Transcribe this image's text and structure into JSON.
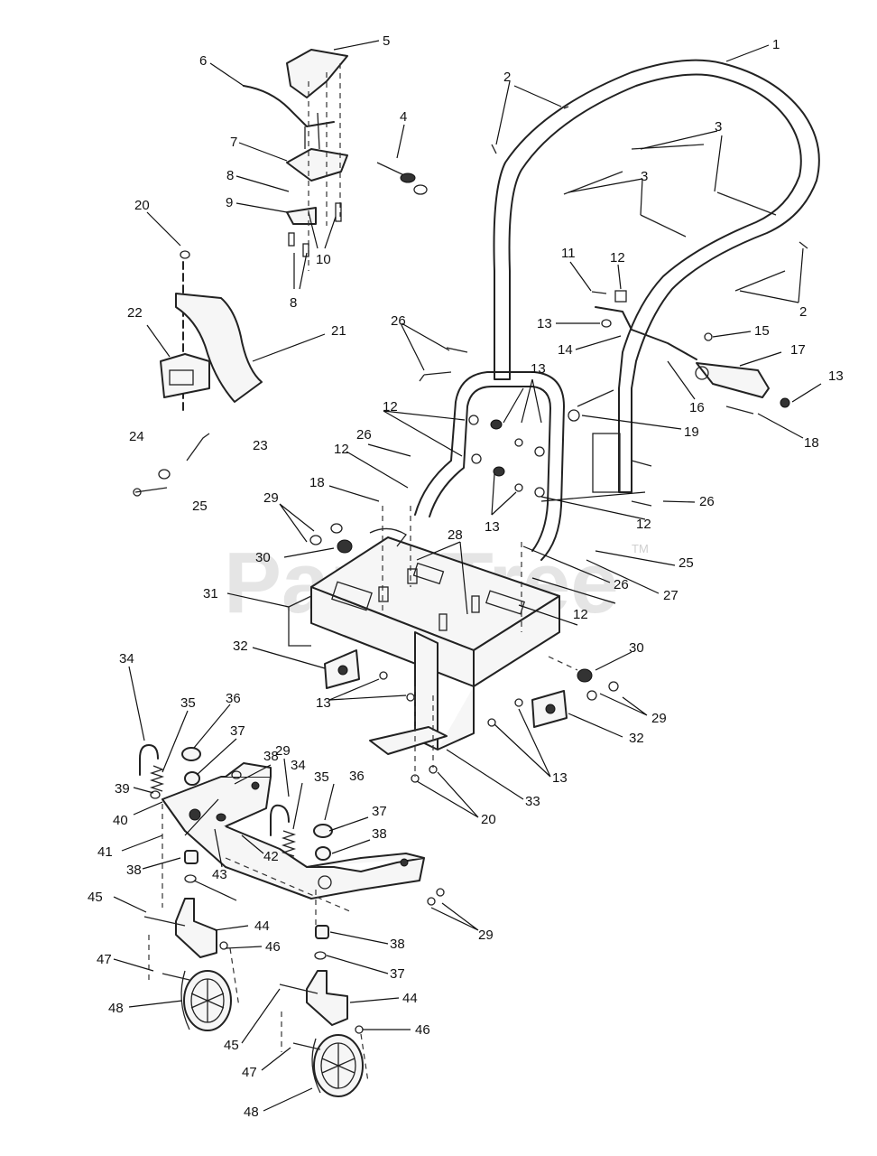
{
  "watermark": {
    "text": "PartsTree",
    "trademark": "TM"
  },
  "callouts": [
    "1",
    "2",
    "2",
    "2",
    "3",
    "3",
    "3",
    "4",
    "5",
    "6",
    "7",
    "8",
    "8",
    "9",
    "10",
    "11",
    "12",
    "12",
    "12",
    "12",
    "12",
    "13",
    "13",
    "13",
    "13",
    "13",
    "13",
    "14",
    "15",
    "16",
    "17",
    "18",
    "18",
    "19",
    "20",
    "20",
    "21",
    "22",
    "23",
    "24",
    "25",
    "25",
    "26",
    "26",
    "26",
    "26",
    "27",
    "28",
    "29",
    "29",
    "29",
    "29",
    "30",
    "30",
    "31",
    "32",
    "32",
    "33",
    "34",
    "34",
    "35",
    "35",
    "36",
    "36",
    "37",
    "37",
    "37",
    "38",
    "38",
    "38",
    "38",
    "39",
    "40",
    "41",
    "42",
    "43",
    "44",
    "44",
    "45",
    "45",
    "46",
    "46",
    "47",
    "47",
    "48",
    "48"
  ]
}
